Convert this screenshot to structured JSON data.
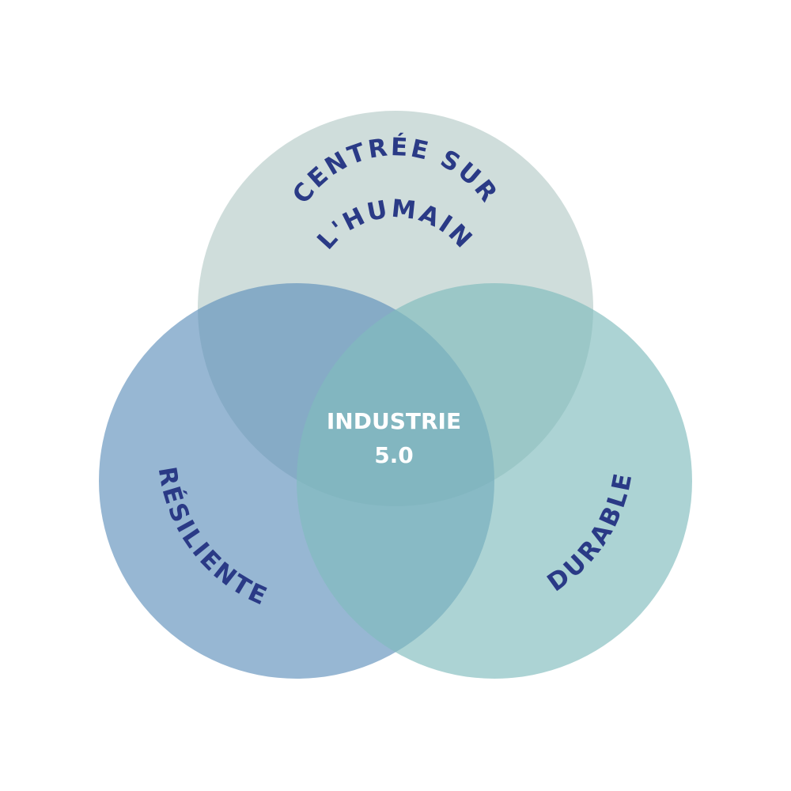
{
  "diagram": {
    "circles": [
      {
        "id": "human",
        "label_lines": [
          "CENTRÉE SUR",
          "L'HUMAIN"
        ],
        "color": "#bcd0cc"
      },
      {
        "id": "resilient",
        "label_lines": [
          "RÉSILIENTE"
        ],
        "color": "#6f9cc0"
      },
      {
        "id": "durable",
        "label_lines": [
          "DURABLE"
        ],
        "color": "#8cc1c2"
      }
    ],
    "center": {
      "line1": "INDUSTRIE",
      "line2": "5.0",
      "color": "#ffffff"
    },
    "label_color": "#2a3a86"
  }
}
